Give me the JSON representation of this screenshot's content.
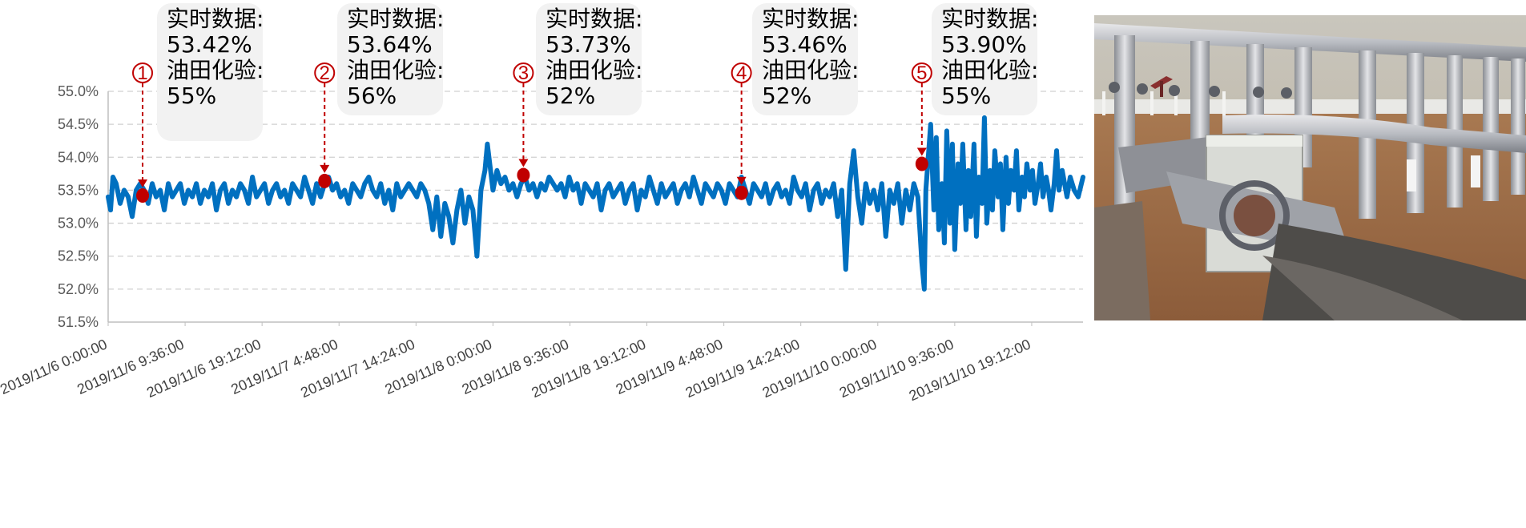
{
  "chart_data": {
    "type": "line",
    "ylim": [
      51.5,
      55.0
    ],
    "yticks": [
      "55.0%",
      "54.5%",
      "54.0%",
      "53.5%",
      "53.0%",
      "52.5%",
      "52.0%",
      "51.5%"
    ],
    "ytick_values": [
      55.0,
      54.5,
      54.0,
      53.5,
      53.0,
      52.5,
      52.0,
      51.5
    ],
    "xticks": [
      "2019/11/6 0:00:00",
      "2019/11/6 9:36:00",
      "2019/11/6 19:12:00",
      "2019/11/7 4:48:00",
      "2019/11/7 14:24:00",
      "2019/11/8 0:00:00",
      "2019/11/8 9:36:00",
      "2019/11/8 19:12:00",
      "2019/11/9 4:48:00",
      "2019/11/9 14:24:00",
      "2019/11/10 0:00:00",
      "2019/11/10 9:36:00",
      "2019/11/10 19:12:00"
    ],
    "xtick_hours": [
      0,
      9.6,
      19.2,
      28.8,
      38.4,
      48,
      57.6,
      67.2,
      76.8,
      86.4,
      96,
      105.6,
      115.2
    ],
    "x_range_hours": [
      0,
      121.6
    ],
    "grid": true,
    "line_color": "#0070c0",
    "marker_color": "#c00000",
    "series_points": [
      [
        0,
        53.4
      ],
      [
        0.3,
        53.2
      ],
      [
        0.6,
        53.7
      ],
      [
        1,
        53.6
      ],
      [
        1.5,
        53.3
      ],
      [
        2,
        53.5
      ],
      [
        2.5,
        53.4
      ],
      [
        3,
        53.1
      ],
      [
        3.5,
        53.5
      ],
      [
        4,
        53.6
      ],
      [
        4.5,
        53.5
      ],
      [
        5,
        53.3
      ],
      [
        5.5,
        53.6
      ],
      [
        6,
        53.4
      ],
      [
        6.5,
        53.5
      ],
      [
        7,
        53.2
      ],
      [
        7.5,
        53.6
      ],
      [
        8,
        53.4
      ],
      [
        8.5,
        53.5
      ],
      [
        9,
        53.6
      ],
      [
        9.5,
        53.3
      ],
      [
        10,
        53.5
      ],
      [
        10.5,
        53.4
      ],
      [
        11,
        53.6
      ],
      [
        11.5,
        53.3
      ],
      [
        12,
        53.5
      ],
      [
        12.5,
        53.4
      ],
      [
        13,
        53.6
      ],
      [
        13.5,
        53.2
      ],
      [
        14,
        53.5
      ],
      [
        14.5,
        53.6
      ],
      [
        15,
        53.3
      ],
      [
        15.5,
        53.5
      ],
      [
        16,
        53.4
      ],
      [
        16.5,
        53.6
      ],
      [
        17,
        53.5
      ],
      [
        17.5,
        53.3
      ],
      [
        18,
        53.7
      ],
      [
        18.5,
        53.4
      ],
      [
        19,
        53.5
      ],
      [
        19.5,
        53.6
      ],
      [
        20,
        53.3
      ],
      [
        20.5,
        53.5
      ],
      [
        21,
        53.6
      ],
      [
        21.5,
        53.4
      ],
      [
        22,
        53.5
      ],
      [
        22.5,
        53.3
      ],
      [
        23,
        53.6
      ],
      [
        23.5,
        53.5
      ],
      [
        24,
        53.4
      ],
      [
        24.5,
        53.7
      ],
      [
        25,
        53.5
      ],
      [
        25.5,
        53.3
      ],
      [
        26,
        53.6
      ],
      [
        26.5,
        53.4
      ],
      [
        27,
        53.6
      ],
      [
        27.5,
        53.7
      ],
      [
        28,
        53.5
      ],
      [
        28.5,
        53.6
      ],
      [
        29,
        53.4
      ],
      [
        29.5,
        53.5
      ],
      [
        30,
        53.3
      ],
      [
        30.5,
        53.6
      ],
      [
        31,
        53.5
      ],
      [
        31.5,
        53.4
      ],
      [
        32,
        53.6
      ],
      [
        32.5,
        53.7
      ],
      [
        33,
        53.5
      ],
      [
        33.5,
        53.4
      ],
      [
        34,
        53.6
      ],
      [
        34.5,
        53.3
      ],
      [
        35,
        53.5
      ],
      [
        35.5,
        53.2
      ],
      [
        36,
        53.6
      ],
      [
        36.5,
        53.4
      ],
      [
        37,
        53.5
      ],
      [
        37.5,
        53.6
      ],
      [
        38,
        53.5
      ],
      [
        38.5,
        53.4
      ],
      [
        39,
        53.6
      ],
      [
        39.5,
        53.5
      ],
      [
        40,
        53.3
      ],
      [
        40.5,
        52.9
      ],
      [
        41,
        53.4
      ],
      [
        41.5,
        52.8
      ],
      [
        42,
        53.3
      ],
      [
        42.5,
        53.1
      ],
      [
        43,
        52.7
      ],
      [
        43.5,
        53.2
      ],
      [
        44,
        53.5
      ],
      [
        44.5,
        53.0
      ],
      [
        45,
        53.4
      ],
      [
        45.5,
        53.2
      ],
      [
        46,
        52.5
      ],
      [
        46.5,
        53.5
      ],
      [
        47,
        53.8
      ],
      [
        47.3,
        54.2
      ],
      [
        47.6,
        53.9
      ],
      [
        48,
        53.5
      ],
      [
        48.5,
        53.8
      ],
      [
        49,
        53.6
      ],
      [
        49.5,
        53.7
      ],
      [
        50,
        53.5
      ],
      [
        50.5,
        53.6
      ],
      [
        51,
        53.4
      ],
      [
        51.5,
        53.6
      ],
      [
        52,
        53.7
      ],
      [
        52.5,
        53.5
      ],
      [
        53,
        53.6
      ],
      [
        53.5,
        53.4
      ],
      [
        54,
        53.6
      ],
      [
        54.5,
        53.5
      ],
      [
        55,
        53.7
      ],
      [
        55.5,
        53.6
      ],
      [
        56,
        53.5
      ],
      [
        56.5,
        53.6
      ],
      [
        57,
        53.4
      ],
      [
        57.5,
        53.7
      ],
      [
        58,
        53.5
      ],
      [
        58.5,
        53.6
      ],
      [
        59,
        53.3
      ],
      [
        59.5,
        53.6
      ],
      [
        60,
        53.5
      ],
      [
        60.5,
        53.4
      ],
      [
        61,
        53.6
      ],
      [
        61.5,
        53.2
      ],
      [
        62,
        53.5
      ],
      [
        62.5,
        53.6
      ],
      [
        63,
        53.4
      ],
      [
        63.5,
        53.5
      ],
      [
        64,
        53.6
      ],
      [
        64.5,
        53.3
      ],
      [
        65,
        53.5
      ],
      [
        65.5,
        53.6
      ],
      [
        66,
        53.2
      ],
      [
        66.5,
        53.5
      ],
      [
        67,
        53.4
      ],
      [
        67.5,
        53.7
      ],
      [
        68,
        53.5
      ],
      [
        68.5,
        53.3
      ],
      [
        69,
        53.6
      ],
      [
        69.5,
        53.4
      ],
      [
        70,
        53.5
      ],
      [
        70.5,
        53.6
      ],
      [
        71,
        53.3
      ],
      [
        71.5,
        53.5
      ],
      [
        72,
        53.6
      ],
      [
        72.5,
        53.4
      ],
      [
        73,
        53.7
      ],
      [
        73.5,
        53.5
      ],
      [
        74,
        53.3
      ],
      [
        74.5,
        53.6
      ],
      [
        75,
        53.5
      ],
      [
        75.5,
        53.4
      ],
      [
        76,
        53.6
      ],
      [
        76.5,
        53.5
      ],
      [
        77,
        53.3
      ],
      [
        77.5,
        53.6
      ],
      [
        78,
        53.5
      ],
      [
        78.5,
        53.4
      ],
      [
        79,
        53.7
      ],
      [
        79.5,
        53.5
      ],
      [
        80,
        53.3
      ],
      [
        80.5,
        53.6
      ],
      [
        81,
        53.5
      ],
      [
        81.5,
        53.4
      ],
      [
        82,
        53.6
      ],
      [
        82.5,
        53.3
      ],
      [
        83,
        53.5
      ],
      [
        83.5,
        53.6
      ],
      [
        84,
        53.4
      ],
      [
        84.5,
        53.5
      ],
      [
        85,
        53.3
      ],
      [
        85.5,
        53.7
      ],
      [
        86,
        53.5
      ],
      [
        86.5,
        53.4
      ],
      [
        87,
        53.6
      ],
      [
        87.5,
        53.2
      ],
      [
        88,
        53.5
      ],
      [
        88.5,
        53.6
      ],
      [
        89,
        53.3
      ],
      [
        89.5,
        53.5
      ],
      [
        90,
        53.4
      ],
      [
        90.5,
        53.6
      ],
      [
        91,
        53.1
      ],
      [
        91.5,
        53.5
      ],
      [
        92,
        52.3
      ],
      [
        92.5,
        53.6
      ],
      [
        93,
        54.1
      ],
      [
        93.5,
        53.4
      ],
      [
        94,
        53.0
      ],
      [
        94.5,
        53.6
      ],
      [
        95,
        53.3
      ],
      [
        95.5,
        53.5
      ],
      [
        96,
        53.2
      ],
      [
        96.5,
        53.6
      ],
      [
        97,
        52.8
      ],
      [
        97.5,
        53.5
      ],
      [
        98,
        53.3
      ],
      [
        98.5,
        53.6
      ],
      [
        99,
        53.0
      ],
      [
        99.5,
        53.5
      ],
      [
        100,
        53.2
      ],
      [
        100.5,
        53.6
      ],
      [
        101,
        53.4
      ],
      [
        101.5,
        52.4
      ],
      [
        101.8,
        52.0
      ],
      [
        102,
        53.5
      ],
      [
        102.3,
        54.0
      ],
      [
        102.6,
        54.5
      ],
      [
        103,
        53.2
      ],
      [
        103.3,
        54.3
      ],
      [
        103.6,
        52.9
      ],
      [
        104,
        53.6
      ],
      [
        104.3,
        52.7
      ],
      [
        104.6,
        54.4
      ],
      [
        105,
        53.0
      ],
      [
        105.3,
        54.2
      ],
      [
        105.6,
        52.6
      ],
      [
        106,
        53.9
      ],
      [
        106.3,
        53.3
      ],
      [
        106.6,
        54.2
      ],
      [
        107,
        52.9
      ],
      [
        107.3,
        53.8
      ],
      [
        107.6,
        53.1
      ],
      [
        108,
        54.2
      ],
      [
        108.3,
        52.8
      ],
      [
        108.6,
        53.7
      ],
      [
        109,
        53.3
      ],
      [
        109.3,
        54.6
      ],
      [
        109.6,
        53.0
      ],
      [
        110,
        53.8
      ],
      [
        110.3,
        53.2
      ],
      [
        110.6,
        54.1
      ],
      [
        111,
        53.4
      ],
      [
        111.3,
        53.9
      ],
      [
        111.6,
        52.9
      ],
      [
        112,
        54.0
      ],
      [
        112.3,
        53.3
      ],
      [
        112.6,
        53.8
      ],
      [
        113,
        53.5
      ],
      [
        113.3,
        54.1
      ],
      [
        113.6,
        53.2
      ],
      [
        114,
        53.7
      ],
      [
        114.3,
        53.4
      ],
      [
        114.6,
        53.9
      ],
      [
        115,
        53.5
      ],
      [
        115.3,
        53.8
      ],
      [
        115.6,
        53.3
      ],
      [
        116,
        53.6
      ],
      [
        116.3,
        53.9
      ],
      [
        116.6,
        53.4
      ],
      [
        117,
        53.7
      ],
      [
        117.3,
        53.5
      ],
      [
        117.6,
        53.2
      ],
      [
        118,
        53.6
      ],
      [
        118.3,
        54.1
      ],
      [
        118.6,
        53.5
      ],
      [
        119,
        53.8
      ],
      [
        119.3,
        53.6
      ],
      [
        119.6,
        53.4
      ],
      [
        120,
        53.7
      ],
      [
        120.5,
        53.5
      ],
      [
        121,
        53.4
      ],
      [
        121.6,
        53.7
      ]
    ],
    "annotations": [
      {
        "num": "1",
        "x_hours": 4.3,
        "y": 53.42,
        "realtime": "53.42%",
        "lab": "55%"
      },
      {
        "num": "2",
        "x_hours": 27.0,
        "y": 53.64,
        "realtime": "53.64%",
        "lab": "56%"
      },
      {
        "num": "3",
        "x_hours": 51.8,
        "y": 53.73,
        "realtime": "53.73%",
        "lab": "52%"
      },
      {
        "num": "4",
        "x_hours": 79.0,
        "y": 53.46,
        "realtime": "53.46%",
        "lab": "52%"
      },
      {
        "num": "5",
        "x_hours": 101.5,
        "y": 53.9,
        "realtime": "53.90%",
        "lab": "55%"
      }
    ],
    "callout_label_realtime": "实时数据:",
    "callout_label_lab": "油田化验:"
  }
}
